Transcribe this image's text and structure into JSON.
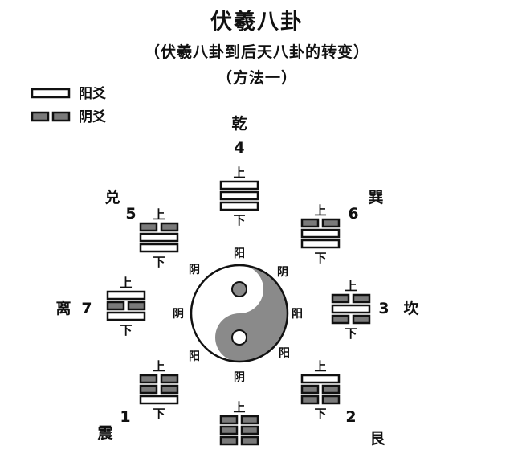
{
  "title": "伏羲八卦",
  "subtitle": "（伏羲八卦到后天八卦的转变）",
  "method": "（方法一）",
  "colors": {
    "yang": "#ffffff",
    "yin": "#7a7a7a",
    "stroke": "#111111",
    "ring_gray": "#8a8a8a"
  },
  "legend": [
    {
      "label": "阳爻",
      "kind": "yang"
    },
    {
      "label": "阴爻",
      "kind": "yin"
    }
  ],
  "center_labels": {
    "top": "阳",
    "bottom": "阴",
    "left": "阴",
    "right": "阳",
    "upper_left": "阴",
    "upper_right": "阴",
    "lower_left": "阳",
    "lower_right": "阳"
  },
  "trigrams": [
    {
      "id": "qian",
      "name": "乾",
      "number": "4",
      "top": "上",
      "bottom": "下",
      "lines": [
        "yang",
        "yang",
        "yang"
      ]
    },
    {
      "id": "xun",
      "name": "巽",
      "number": "6",
      "top": "上",
      "bottom": "下",
      "lines": [
        "yin",
        "yang",
        "yang"
      ]
    },
    {
      "id": "kan",
      "name": "坎",
      "number": "3",
      "top": "上",
      "bottom": "下",
      "lines": [
        "yin",
        "yang",
        "yin"
      ]
    },
    {
      "id": "gen",
      "name": "艮",
      "number": "2",
      "top": "上",
      "bottom": "下",
      "lines": [
        "yang",
        "yin",
        "yin"
      ]
    },
    {
      "id": "kun",
      "name": "",
      "number": "",
      "top": "上",
      "bottom": "",
      "lines": [
        "yin",
        "yin",
        "yin"
      ]
    },
    {
      "id": "zhen",
      "name": "震",
      "number": "1",
      "top": "上",
      "bottom": "下",
      "lines": [
        "yin",
        "yin",
        "yang"
      ]
    },
    {
      "id": "li",
      "name": "离",
      "number": "7",
      "top": "上",
      "bottom": "下",
      "lines": [
        "yang",
        "yin",
        "yang"
      ]
    },
    {
      "id": "dui",
      "name": "兑",
      "number": "5",
      "top": "上",
      "bottom": "下",
      "lines": [
        "yin",
        "yang",
        "yang"
      ]
    }
  ]
}
